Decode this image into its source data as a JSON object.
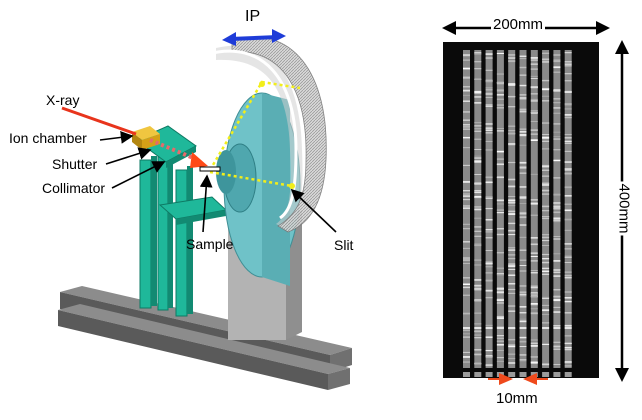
{
  "labels": {
    "ip": "IP",
    "xray": "X-ray",
    "ion_chamber": "Ion chamber",
    "shutter": "Shutter",
    "collimator": "Collimator",
    "sample": "Sample",
    "slit": "Slit",
    "width": "200mm",
    "height": "400mm",
    "strip_width": "10mm"
  },
  "strips": {
    "count": 10
  },
  "colors": {
    "stand_teal": "#1fb89a",
    "ion_chamber": "#d4a017",
    "xray_beam": "#e8341c",
    "scatter_beam": "#f2ee1a",
    "detector_blue": "#7fd0d6",
    "pedestal": "#a9a9a9",
    "base": "#666666",
    "ip_arrow": "#1e3cd8",
    "dim_arrow_red": "#ef4a1c"
  }
}
